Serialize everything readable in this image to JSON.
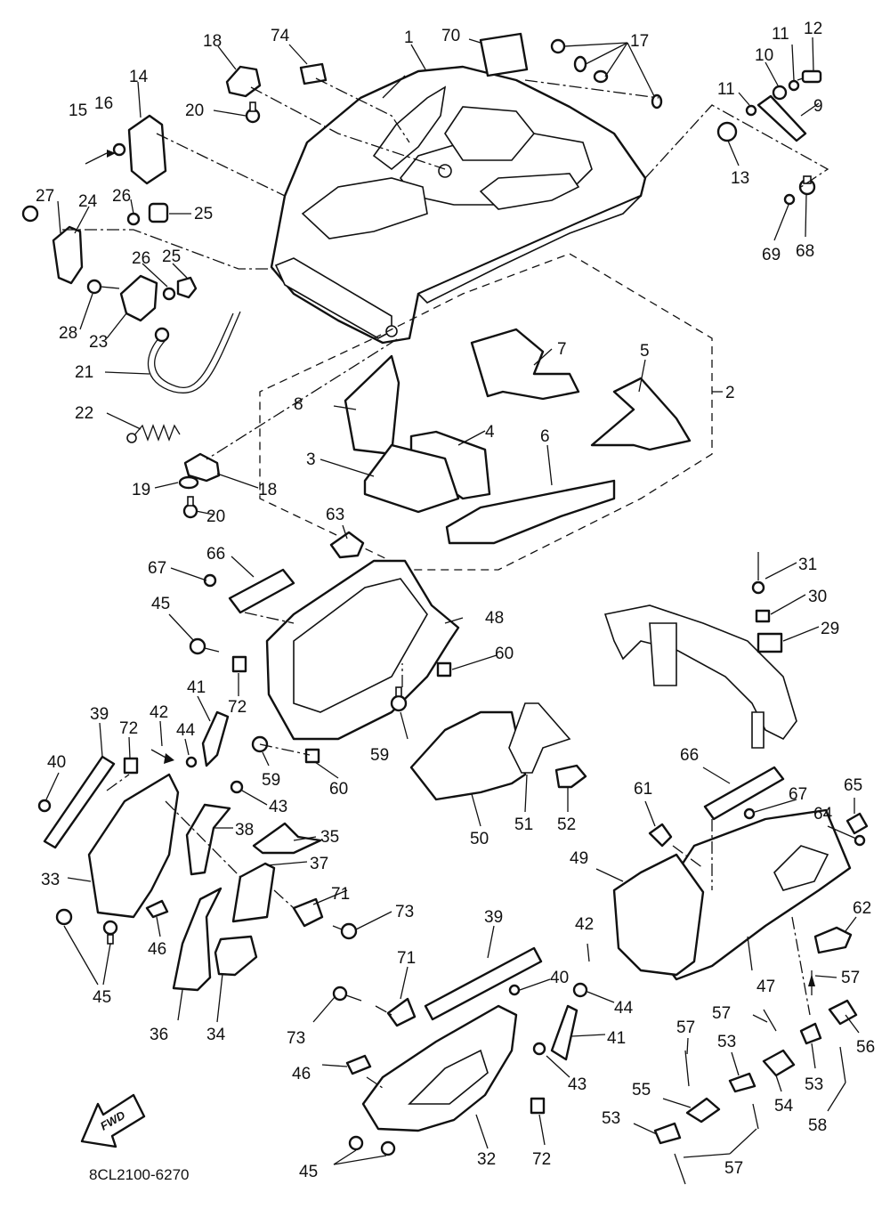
{
  "document_code": "8CL2100-6270",
  "direction_label": "FWD",
  "callouts": [
    {
      "id": "c1",
      "text": "1"
    },
    {
      "id": "c2",
      "text": "2"
    },
    {
      "id": "c3",
      "text": "3"
    },
    {
      "id": "c4",
      "text": "4"
    },
    {
      "id": "c5",
      "text": "5"
    },
    {
      "id": "c6",
      "text": "6"
    },
    {
      "id": "c7",
      "text": "7"
    },
    {
      "id": "c8",
      "text": "8"
    },
    {
      "id": "c9",
      "text": "9"
    },
    {
      "id": "c10",
      "text": "10"
    },
    {
      "id": "c11a",
      "text": "11"
    },
    {
      "id": "c11b",
      "text": "11"
    },
    {
      "id": "c12",
      "text": "12"
    },
    {
      "id": "c13",
      "text": "13"
    },
    {
      "id": "c14",
      "text": "14"
    },
    {
      "id": "c15",
      "text": "15"
    },
    {
      "id": "c16",
      "text": "16"
    },
    {
      "id": "c17",
      "text": "17"
    },
    {
      "id": "c18a",
      "text": "18"
    },
    {
      "id": "c18b",
      "text": "18"
    },
    {
      "id": "c19",
      "text": "19"
    },
    {
      "id": "c20a",
      "text": "20"
    },
    {
      "id": "c20b",
      "text": "20"
    },
    {
      "id": "c21",
      "text": "21"
    },
    {
      "id": "c22",
      "text": "22"
    },
    {
      "id": "c23",
      "text": "23"
    },
    {
      "id": "c24",
      "text": "24"
    },
    {
      "id": "c25a",
      "text": "25"
    },
    {
      "id": "c25b",
      "text": "25"
    },
    {
      "id": "c26a",
      "text": "26"
    },
    {
      "id": "c26b",
      "text": "26"
    },
    {
      "id": "c27",
      "text": "27"
    },
    {
      "id": "c28",
      "text": "28"
    },
    {
      "id": "c29",
      "text": "29"
    },
    {
      "id": "c30",
      "text": "30"
    },
    {
      "id": "c31",
      "text": "31"
    },
    {
      "id": "c32",
      "text": "32"
    },
    {
      "id": "c33",
      "text": "33"
    },
    {
      "id": "c34",
      "text": "34"
    },
    {
      "id": "c35",
      "text": "35"
    },
    {
      "id": "c36",
      "text": "36"
    },
    {
      "id": "c37",
      "text": "37"
    },
    {
      "id": "c38",
      "text": "38"
    },
    {
      "id": "c39a",
      "text": "39"
    },
    {
      "id": "c39b",
      "text": "39"
    },
    {
      "id": "c40a",
      "text": "40"
    },
    {
      "id": "c40b",
      "text": "40"
    },
    {
      "id": "c41a",
      "text": "41"
    },
    {
      "id": "c41b",
      "text": "41"
    },
    {
      "id": "c42a",
      "text": "42"
    },
    {
      "id": "c42b",
      "text": "42"
    },
    {
      "id": "c43a",
      "text": "43"
    },
    {
      "id": "c43b",
      "text": "43"
    },
    {
      "id": "c44a",
      "text": "44"
    },
    {
      "id": "c44b",
      "text": "44"
    },
    {
      "id": "c45a",
      "text": "45"
    },
    {
      "id": "c45b",
      "text": "45"
    },
    {
      "id": "c45c",
      "text": "45"
    },
    {
      "id": "c46a",
      "text": "46"
    },
    {
      "id": "c46b",
      "text": "46"
    },
    {
      "id": "c47",
      "text": "47"
    },
    {
      "id": "c48",
      "text": "48"
    },
    {
      "id": "c49",
      "text": "49"
    },
    {
      "id": "c50",
      "text": "50"
    },
    {
      "id": "c51",
      "text": "51"
    },
    {
      "id": "c52",
      "text": "52"
    },
    {
      "id": "c53a",
      "text": "53"
    },
    {
      "id": "c53b",
      "text": "53"
    },
    {
      "id": "c53c",
      "text": "53"
    },
    {
      "id": "c54",
      "text": "54"
    },
    {
      "id": "c55",
      "text": "55"
    },
    {
      "id": "c56",
      "text": "56"
    },
    {
      "id": "c57a",
      "text": "57"
    },
    {
      "id": "c57b",
      "text": "57"
    },
    {
      "id": "c57c",
      "text": "57"
    },
    {
      "id": "c57d",
      "text": "57"
    },
    {
      "id": "c58",
      "text": "58"
    },
    {
      "id": "c59a",
      "text": "59"
    },
    {
      "id": "c59b",
      "text": "59"
    },
    {
      "id": "c60a",
      "text": "60"
    },
    {
      "id": "c60b",
      "text": "60"
    },
    {
      "id": "c61",
      "text": "61"
    },
    {
      "id": "c62",
      "text": "62"
    },
    {
      "id": "c63",
      "text": "63"
    },
    {
      "id": "c64",
      "text": "64"
    },
    {
      "id": "c65",
      "text": "65"
    },
    {
      "id": "c66a",
      "text": "66"
    },
    {
      "id": "c66b",
      "text": "66"
    },
    {
      "id": "c67a",
      "text": "67"
    },
    {
      "id": "c67b",
      "text": "67"
    },
    {
      "id": "c68",
      "text": "68"
    },
    {
      "id": "c69",
      "text": "69"
    },
    {
      "id": "c70",
      "text": "70"
    },
    {
      "id": "c71a",
      "text": "71"
    },
    {
      "id": "c71b",
      "text": "71"
    },
    {
      "id": "c72a",
      "text": "72"
    },
    {
      "id": "c72b",
      "text": "72"
    },
    {
      "id": "c72c",
      "text": "72"
    },
    {
      "id": "c73a",
      "text": "73"
    },
    {
      "id": "c73b",
      "text": "73"
    },
    {
      "id": "c74",
      "text": "74"
    }
  ]
}
